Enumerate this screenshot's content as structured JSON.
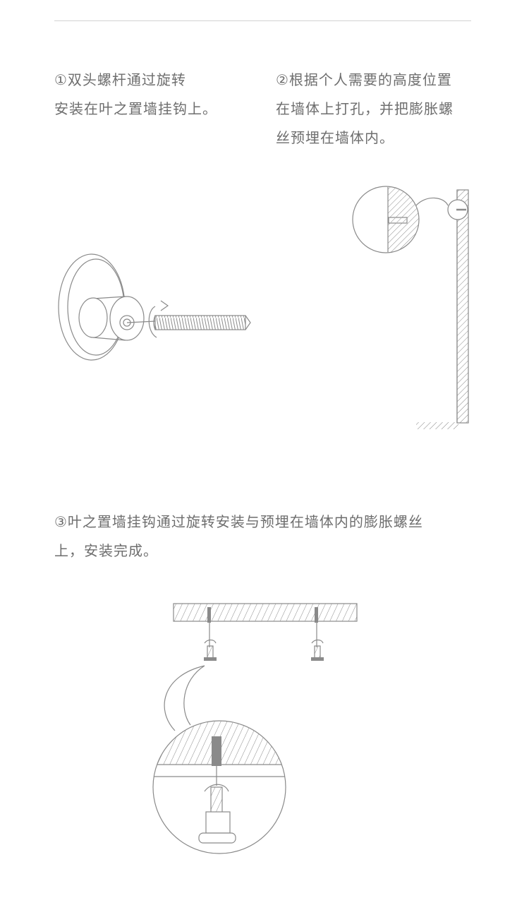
{
  "steps": [
    {
      "lines": [
        "①双头螺杆通过旋转",
        "安装在叶之置墙挂钩上。"
      ]
    },
    {
      "lines": [
        "②根据个人需要的高度位置",
        "在墙体上打孔，并把膨胀螺",
        "丝预埋在墙体内。"
      ]
    },
    {
      "lines": [
        "③叶之置墙挂钩通过旋转安装与预埋在墙体内的膨胀螺丝",
        "上，安装完成。"
      ]
    }
  ],
  "colors": {
    "text": "#6e6e6e",
    "line": "#8a8a8a",
    "rule": "#d2d2d2"
  }
}
